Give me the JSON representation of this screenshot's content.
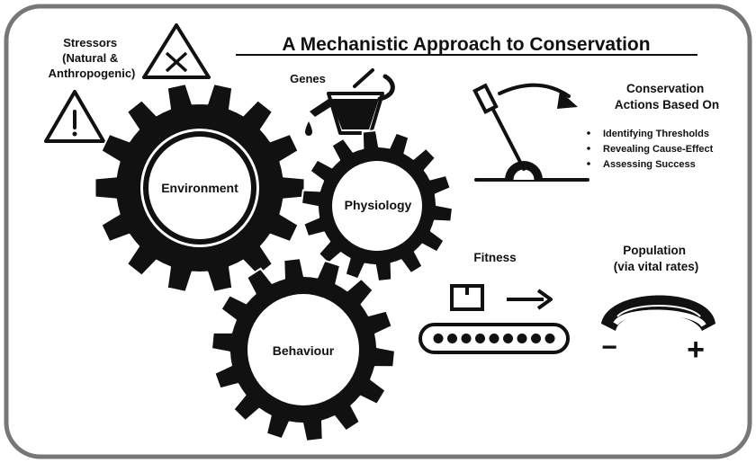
{
  "title": "A Mechanistic Approach to Conservation",
  "stressors": {
    "line1": "Stressors",
    "line2": "(Natural &",
    "line3": "Anthropogenic)"
  },
  "genes_label": "Genes",
  "gears": {
    "environment": "Environment",
    "physiology": "Physiology",
    "behaviour": "Behaviour"
  },
  "conservation": {
    "heading_line1": "Conservation",
    "heading_line2": "Actions Based On",
    "bullets": [
      "Identifying Thresholds",
      "Revealing Cause-Effect",
      "Assessing Success"
    ]
  },
  "fitness_label": "Fitness",
  "population": {
    "line1": "Population",
    "line2": "(via vital rates)",
    "minus": "−",
    "plus": "+"
  },
  "colors": {
    "ink": "#111111",
    "frame": "#777777",
    "background": "#ffffff"
  }
}
